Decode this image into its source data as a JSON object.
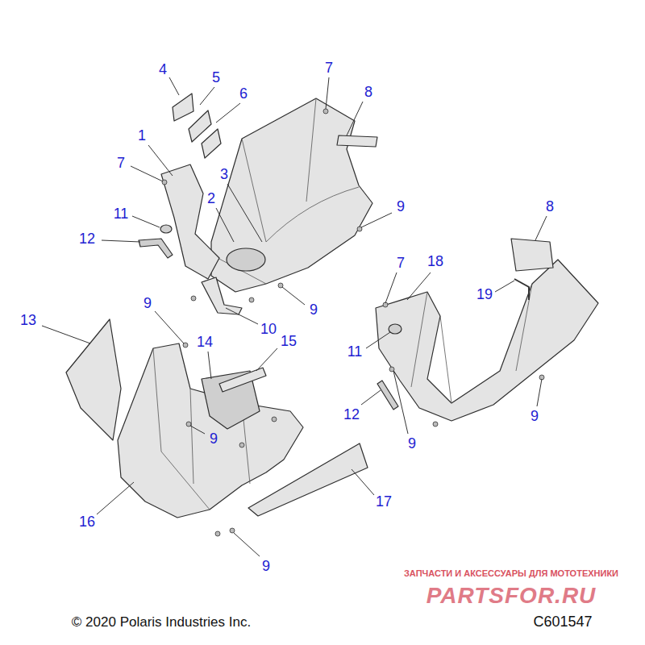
{
  "diagram": {
    "labels": [
      "4",
      "5",
      "6",
      "7",
      "8",
      "1",
      "7",
      "3",
      "2",
      "11",
      "12",
      "9",
      "9",
      "10",
      "7",
      "18",
      "8",
      "19",
      "11",
      "12",
      "9",
      "9",
      "13",
      "9",
      "14",
      "15",
      "9",
      "16",
      "17",
      "9",
      "ЗАПЧАСТИ И АКСЕССУАРЫ ДЛЯ МОТОТЕХНИКИ",
      "PARTSFOR.RU",
      "© 2020 Polaris Industries Inc.",
      "C601547"
    ]
  }
}
